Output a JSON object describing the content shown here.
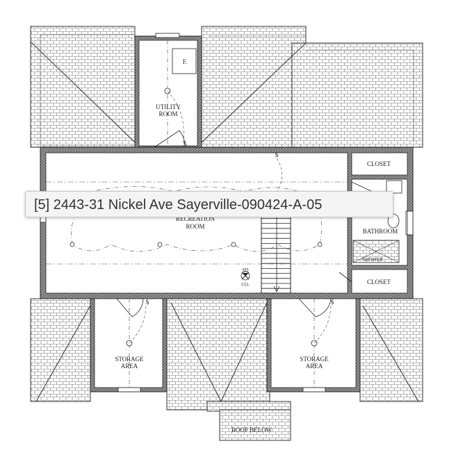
{
  "tooltip": {
    "text": "[5] 2443-31 Nickel Ave Sayerville-090424-A-05"
  },
  "rooms": {
    "utility_line1": "UTILITY",
    "utility_line2": "ROOM",
    "closet_upper": "CLOSET",
    "closet_lower": "CLOSET",
    "recreation_line1": "RECREATION",
    "recreation_line2": "ROOM",
    "bathroom": "BATHROOM",
    "shower": "SHOWER",
    "storage_left_line1": "STORAGE",
    "storage_left_line2": "AREA",
    "storage_right_line1": "STORAGE",
    "storage_right_line2": "AREA",
    "roof_below": "ROOF BELOW"
  },
  "symbols": {
    "furnace": "F.",
    "switch": "$",
    "smoke_detector_line1": "SD",
    "smoke_detector_line2": "CO."
  }
}
